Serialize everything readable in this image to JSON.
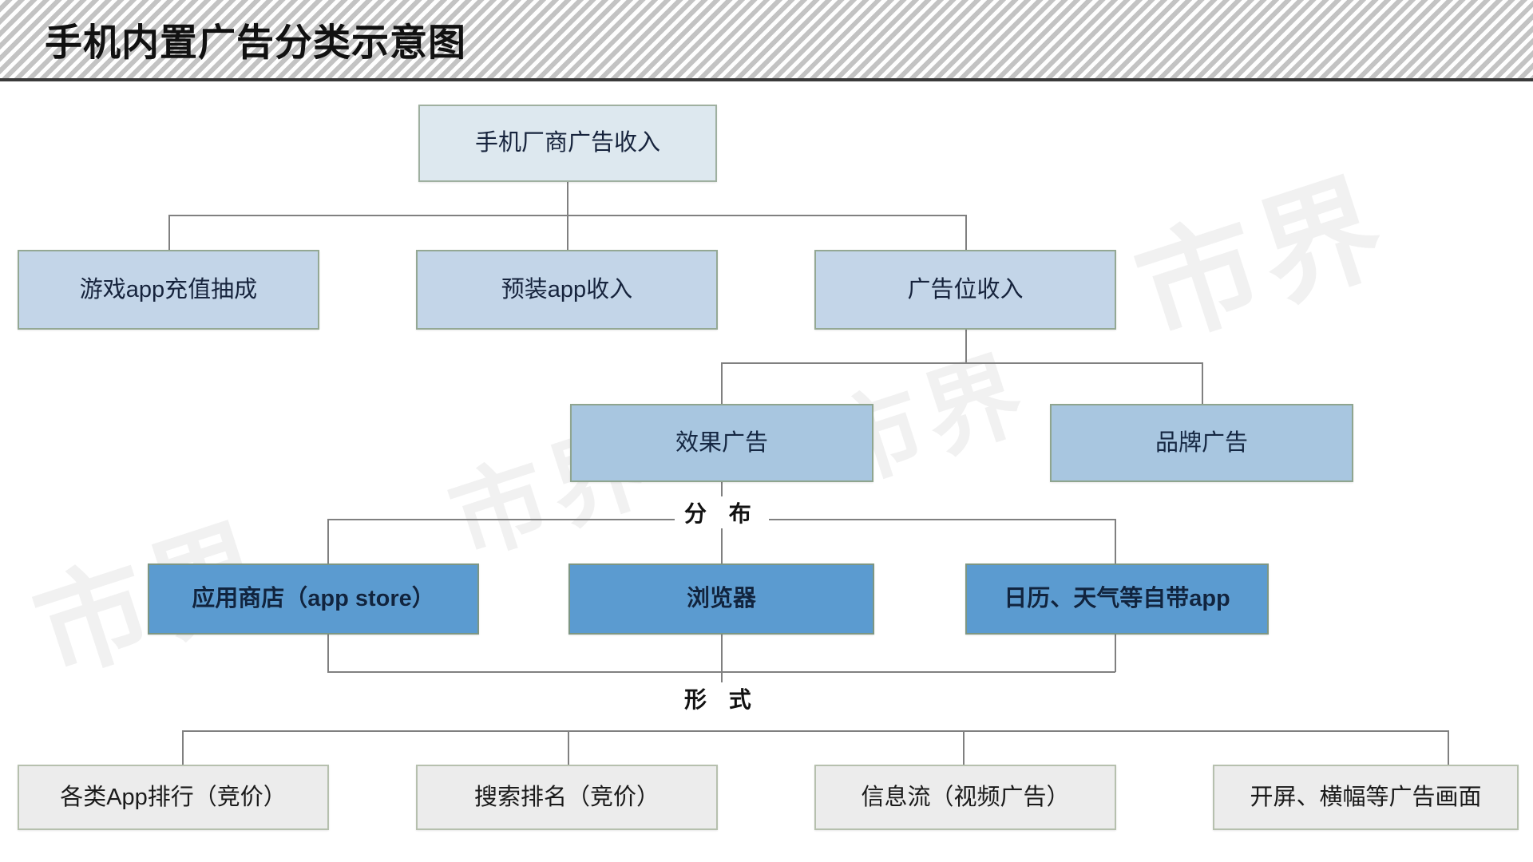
{
  "header": {
    "title": "手机内置广告分类示意图"
  },
  "watermark": {
    "text": "市界"
  },
  "diagram": {
    "type": "tree-flowchart",
    "level1": {
      "label": "手机厂商广告收入"
    },
    "level2": [
      {
        "label": "游戏app充值抽成"
      },
      {
        "label": "预装app收入"
      },
      {
        "label": "广告位收入"
      }
    ],
    "level3": [
      {
        "label": "效果广告"
      },
      {
        "label": "品牌广告"
      }
    ],
    "stage_labels": {
      "distribution": "分 布",
      "form": "形 式"
    },
    "level4": [
      {
        "label": "应用商店（app store）"
      },
      {
        "label": "浏览器"
      },
      {
        "label": "日历、天气等自带app"
      }
    ],
    "level5": [
      {
        "label": "各类App排行（竞价）"
      },
      {
        "label": "搜索排名（竞价）"
      },
      {
        "label": "信息流（视频广告）"
      },
      {
        "label": "开屏、横幅等广告画面"
      }
    ]
  },
  "colors": {
    "header_band": "#e9e9e9",
    "tone_1": "#dde8ef",
    "tone_2": "#c3d5e8",
    "tone_3": "#a8c6e0",
    "tone_4": "#5b9bd0",
    "tone_5": "#ececec",
    "connector": "#808080",
    "border": "#9aa98f",
    "text": "#14203a"
  }
}
